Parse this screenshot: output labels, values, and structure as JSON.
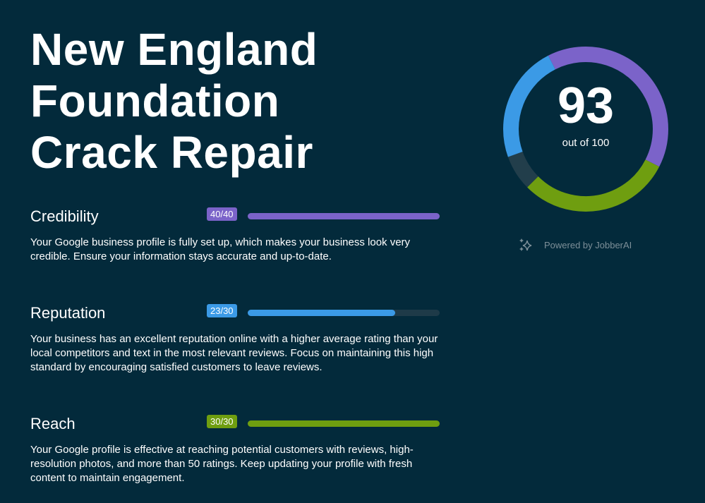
{
  "title_lines": [
    "New England",
    "Foundation",
    "Crack Repair"
  ],
  "score": {
    "value": "93",
    "caption": "out of 100",
    "max": 100
  },
  "colors": {
    "credibility": "#7b63c9",
    "reputation": "#3b9ae6",
    "reach": "#6f9e10",
    "track": "#1e3a48",
    "gap": "#223e4b"
  },
  "sections": [
    {
      "name": "Credibility",
      "badge": "40/40",
      "score": 40,
      "max": 40,
      "description": "Your Google business profile is fully set up, which makes your business look very credible. Ensure your information stays accurate and up-to-date."
    },
    {
      "name": "Reputation",
      "badge": "23/30",
      "score": 23,
      "max": 30,
      "description": "Your business has an excellent reputation online with a higher average rating than your local competitors and text in the most relevant reviews. Focus on maintaining this high standard by encouraging satisfied customers to leave reviews."
    },
    {
      "name": "Reach",
      "badge": "30/30",
      "score": 30,
      "max": 30,
      "description": "Your Google profile is effective at reaching potential customers with reviews, high-resolution photos, and more than 50 ratings. Keep updating your profile with fresh content to maintain engagement."
    }
  ],
  "powered_by": "Powered by JobberAI"
}
